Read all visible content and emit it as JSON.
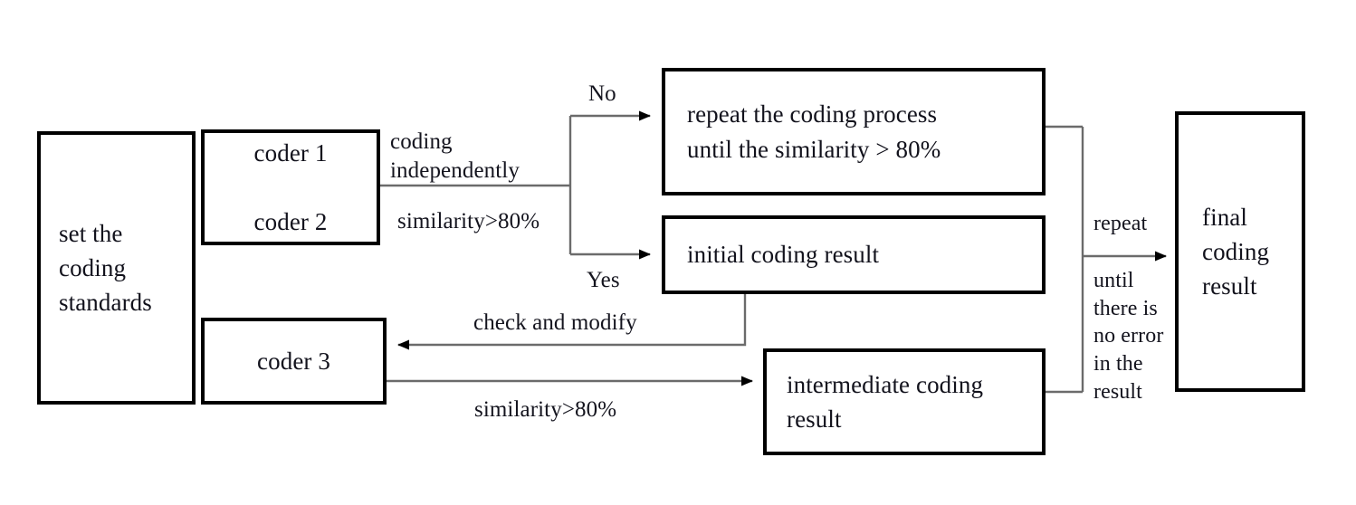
{
  "diagram": {
    "title": "coding process flowchart",
    "colors": {
      "box_border": "#000000",
      "connector": "#6b6b6b",
      "arrowhead": "#000000",
      "text": "#12121c",
      "background": "#ffffff"
    },
    "nodes": [
      {
        "id": "standards",
        "label": "set the\ncoding\nstandards"
      },
      {
        "id": "coders12",
        "label": "coder 1\n\ncoder 2"
      },
      {
        "id": "coder3",
        "label": "coder 3"
      },
      {
        "id": "repeat_box",
        "label": "repeat the coding process\nuntil the similarity > 80%"
      },
      {
        "id": "initial_box",
        "label": "initial coding result"
      },
      {
        "id": "intermediate_box",
        "label": "intermediate coding\nresult"
      },
      {
        "id": "final_box",
        "label": "final\ncoding\nresult"
      }
    ],
    "edge_labels": [
      {
        "id": "coding_independently",
        "label": "coding\nindependently"
      },
      {
        "id": "similarity_top",
        "label": "similarity>80%"
      },
      {
        "id": "branch_no",
        "label": "No"
      },
      {
        "id": "branch_yes",
        "label": "Yes"
      },
      {
        "id": "check_modify",
        "label": "check and modify"
      },
      {
        "id": "similarity_bottom",
        "label": "similarity>80%"
      },
      {
        "id": "repeat_label",
        "label": "repeat"
      },
      {
        "id": "until_no_error",
        "label": "until\nthere is\nno error\nin the\nresult"
      }
    ]
  }
}
